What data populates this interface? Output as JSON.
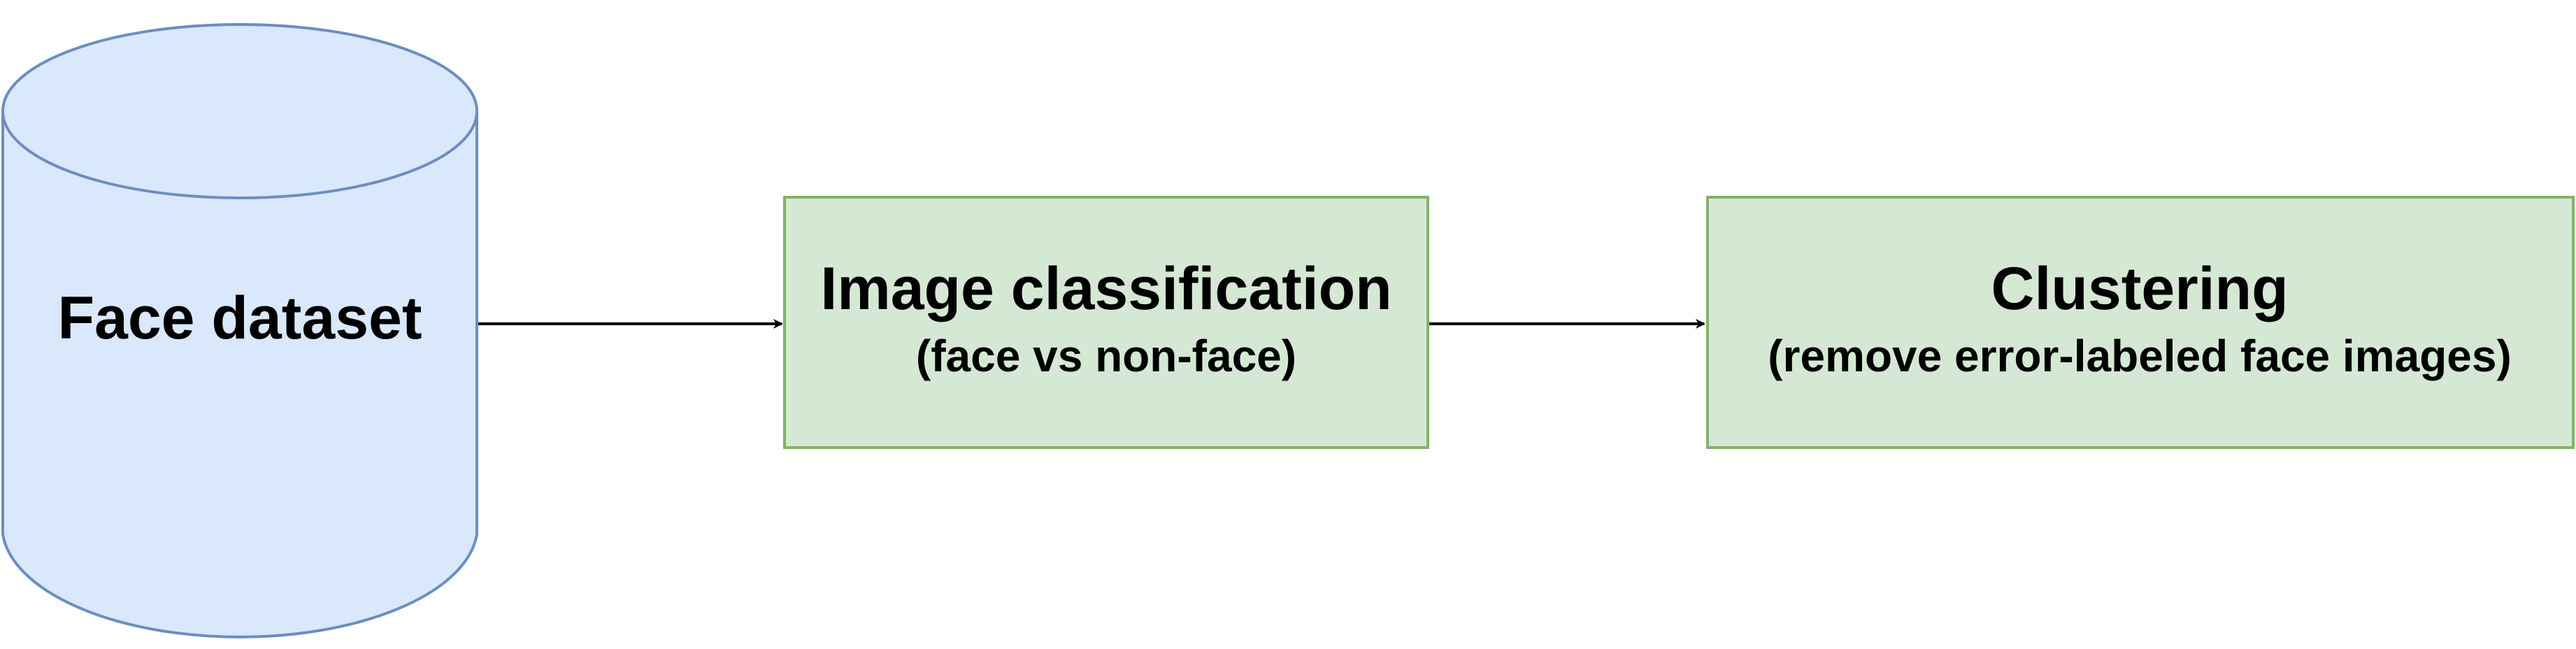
{
  "nodes": {
    "dataset": {
      "label": "Face dataset"
    },
    "classification": {
      "title": "Image classification",
      "subtitle": "(face vs non-face)"
    },
    "clustering": {
      "title": "Clustering",
      "subtitle": "(remove error-labeled face images)"
    }
  },
  "colors": {
    "cylinder_fill": "#dae8fc",
    "cylinder_stroke": "#6c8ebf",
    "box_fill": "#d5e8d4",
    "box_stroke": "#82b366",
    "arrow": "#000000"
  }
}
